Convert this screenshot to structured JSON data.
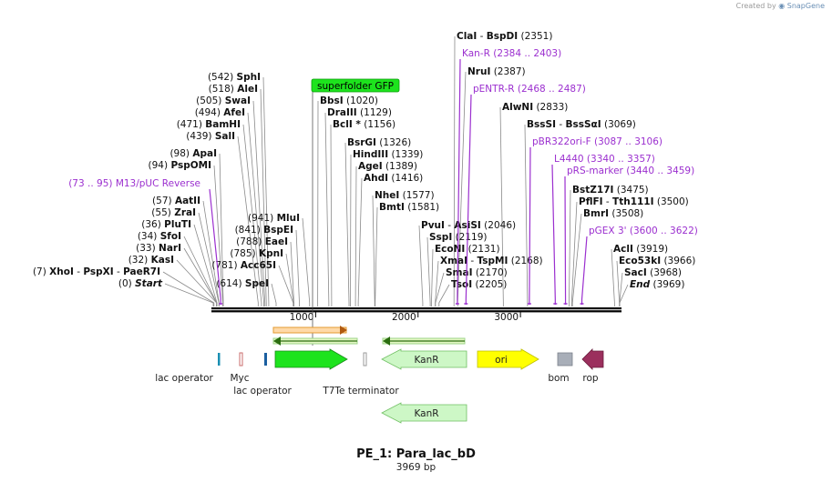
{
  "app": {
    "watermark_prefix": "Created by",
    "watermark_brand": "SnapGene"
  },
  "map": {
    "title": "PE_1: Para_lac_bD",
    "length_label": "3969 bp",
    "length_bp": 3969
  },
  "ruler": {
    "ticks": [
      {
        "bp": 1000,
        "label": "1000"
      },
      {
        "bp": 2000,
        "label": "2000"
      },
      {
        "bp": 3000,
        "label": "3000"
      }
    ]
  },
  "sites": [
    {
      "name": "XhoI",
      "num": "(7)",
      "partner": "PspXI",
      "partner2": "PaeR7I",
      "bp": 7,
      "color": "#000000"
    },
    {
      "name": "Start",
      "num": "(0)",
      "bp": 0,
      "italic": true
    },
    {
      "name": "KasI",
      "num": "(32)",
      "bp": 32
    },
    {
      "name": "NarI",
      "num": "(33)",
      "bp": 33
    },
    {
      "name": "SfoI",
      "num": "(34)",
      "bp": 34
    },
    {
      "name": "PluTI",
      "num": "(36)",
      "bp": 36
    },
    {
      "name": "ZraI",
      "num": "(55)",
      "bp": 55
    },
    {
      "name": "AatII",
      "num": "(57)",
      "bp": 57
    },
    {
      "name": "PspOMI",
      "num": "(94)",
      "bp": 94
    },
    {
      "name": "ApaI",
      "num": "(98)",
      "bp": 98
    },
    {
      "name": "SalI",
      "num": "(439)",
      "bp": 439
    },
    {
      "name": "BamHI",
      "num": "(471)",
      "bp": 471
    },
    {
      "name": "AfeI",
      "num": "(494)",
      "bp": 494
    },
    {
      "name": "SwaI",
      "num": "(505)",
      "bp": 505
    },
    {
      "name": "AleI",
      "num": "(518)",
      "bp": 518
    },
    {
      "name": "SphI",
      "num": "(542)",
      "bp": 542
    },
    {
      "name": "SpeI",
      "num": "(614)",
      "bp": 614
    },
    {
      "name": "Acc65I",
      "num": "(781)",
      "bp": 781
    },
    {
      "name": "KpnI",
      "num": "(785)",
      "bp": 785
    },
    {
      "name": "EaeI",
      "num": "(788)",
      "bp": 788
    },
    {
      "name": "BspEI",
      "num": "(841)",
      "bp": 841
    },
    {
      "name": "MluI",
      "num": "(941)",
      "bp": 941
    },
    {
      "name": "BbsI",
      "num": "(1020)",
      "bp": 1020
    },
    {
      "name": "DraIII",
      "num": "(1129)",
      "bp": 1129
    },
    {
      "name": "BclI *",
      "num": "(1156)",
      "bp": 1156
    },
    {
      "name": "BsrGI",
      "num": "(1326)",
      "bp": 1326
    },
    {
      "name": "HindIII",
      "num": "(1339)",
      "bp": 1339
    },
    {
      "name": "AgeI",
      "num": "(1389)",
      "bp": 1389
    },
    {
      "name": "AhdI",
      "num": "(1416)",
      "bp": 1416
    },
    {
      "name": "NheI",
      "num": "(1577)",
      "bp": 1577
    },
    {
      "name": "BmtI",
      "num": "(1581)",
      "bp": 1581
    },
    {
      "name": "PvuI",
      "partner": "AsiSI",
      "num": "(2046)",
      "bp": 2046
    },
    {
      "name": "SspI",
      "num": "(2119)",
      "bp": 2119
    },
    {
      "name": "EcoNI",
      "num": "(2131)",
      "bp": 2131
    },
    {
      "name": "XmaI",
      "partner": "TspMI",
      "num": "(2168)",
      "bp": 2168
    },
    {
      "name": "SmaI",
      "num": "(2170)",
      "bp": 2170
    },
    {
      "name": "TsoI",
      "num": "(2205)",
      "bp": 2205
    },
    {
      "name": "ClaI",
      "partner": "BspDI",
      "num": "(2351)",
      "bp": 2351
    },
    {
      "name": "NruI",
      "num": "(2387)",
      "bp": 2387
    },
    {
      "name": "AlwNI",
      "num": "(2833)",
      "bp": 2833
    },
    {
      "name": "BssSI",
      "partner": "BssSαI",
      "num": "(3069)",
      "bp": 3069
    },
    {
      "name": "BstZ17I",
      "num": "(3475)",
      "bp": 3475
    },
    {
      "name": "PflFI",
      "partner": "Tth111I",
      "num": "(3500)",
      "bp": 3500
    },
    {
      "name": "BmrI",
      "num": "(3508)",
      "bp": 3508
    },
    {
      "name": "AclI",
      "num": "(3919)",
      "bp": 3919
    },
    {
      "name": "Eco53kI",
      "num": "(3966)",
      "bp": 3966
    },
    {
      "name": "SacI",
      "num": "(3968)",
      "bp": 3968
    },
    {
      "name": "End",
      "num": "(3969)",
      "bp": 3969,
      "italic": true
    }
  ],
  "primers": [
    {
      "name": "M13/pUC Reverse",
      "range": "(73 .. 95)",
      "start": 73
    },
    {
      "name": "Kan-R",
      "range": "(2384 .. 2403)",
      "start": 2384
    },
    {
      "name": "pENTR-R",
      "range": "(2468 .. 2487)",
      "start": 2468
    },
    {
      "name": "pBR322ori-F",
      "range": "(3087 .. 3106)",
      "start": 3087
    },
    {
      "name": "L4440",
      "range": "(3340 .. 3357)",
      "start": 3340
    },
    {
      "name": "pRS-marker",
      "range": "(3440 .. 3459)",
      "start": 3440
    },
    {
      "name": "pGEX 3'",
      "range": "(3600 .. 3622)",
      "start": 3600
    }
  ],
  "primer_color": "#9b2fcf",
  "features": [
    {
      "name": "superfolder GFP",
      "color": "#1de31d"
    },
    {
      "name": "lac operator",
      "color": "#1b8fb3"
    },
    {
      "name": "Myc",
      "color": "#c96b6b"
    },
    {
      "name": "lac operator",
      "color": "#1b5fa0"
    },
    {
      "name": "T7Te terminator",
      "color": "#999999"
    },
    {
      "name": "KanR",
      "color": "#cdf7c6"
    },
    {
      "name": "ori",
      "color": "#ffff00"
    },
    {
      "name": "bom",
      "color": "#a8aeb8"
    },
    {
      "name": "rop",
      "color": "#9b2f5d"
    },
    {
      "name": "KanR",
      "color": "#cdf7c6"
    }
  ]
}
